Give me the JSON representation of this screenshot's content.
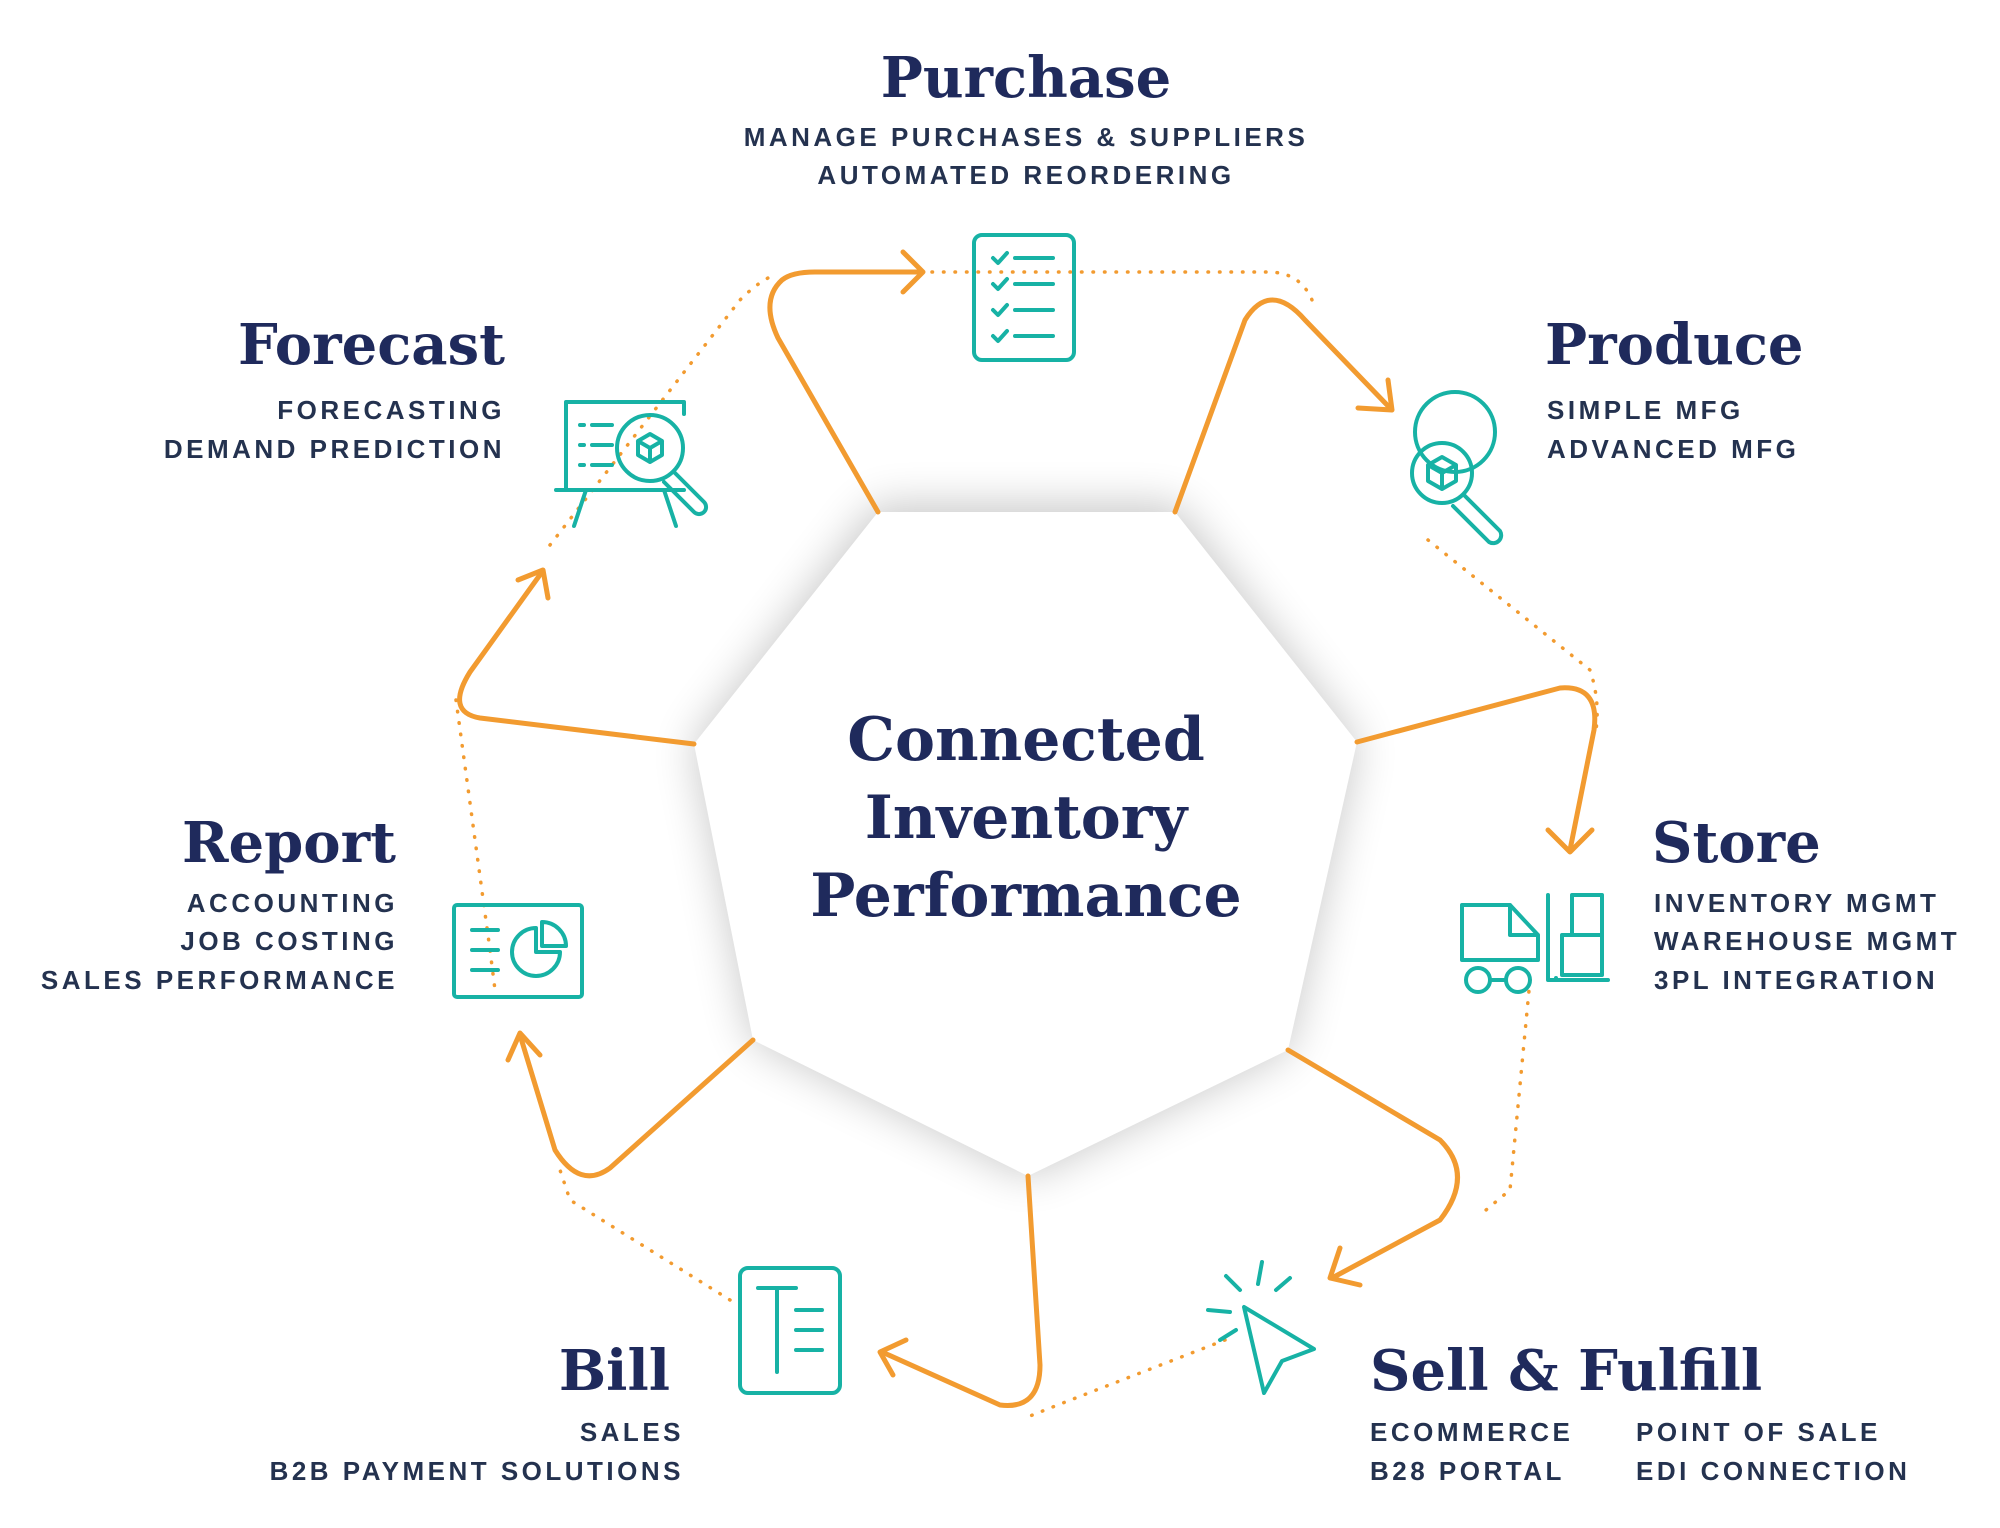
{
  "center": {
    "lines": [
      "Connected",
      "Inventory",
      "Performance"
    ]
  },
  "stages": {
    "purchase": {
      "title": "Purchase",
      "items": [
        "MANAGE PURCHASES & SUPPLIERS",
        "AUTOMATED REORDERING"
      ],
      "icon": "checklist-icon"
    },
    "produce": {
      "title": "Produce",
      "items": [
        "SIMPLE MFG",
        "ADVANCED MFG"
      ],
      "icon": "magnify-box-icon"
    },
    "store": {
      "title": "Store",
      "items": [
        "INVENTORY MGMT",
        "WAREHOUSE MGMT",
        "3PL INTEGRATION"
      ],
      "icon": "forklift-icon"
    },
    "sell": {
      "title": "Sell & Fulfill",
      "items_left": [
        "ECOMMERCE",
        "B28 PORTAL"
      ],
      "items_right": [
        "POINT OF SALE",
        "EDI CONNECTION"
      ],
      "icon": "cursor-click-icon"
    },
    "bill": {
      "title": "Bill",
      "items": [
        "SALES",
        "B2B PAYMENT SOLUTIONS"
      ],
      "icon": "invoice-icon"
    },
    "report": {
      "title": "Report",
      "items": [
        "ACCOUNTING",
        "JOB COSTING",
        "SALES PERFORMANCE"
      ],
      "icon": "chart-card-icon"
    },
    "forecast": {
      "title": "Forecast",
      "items": [
        "FORECASTING",
        "DEMAND PREDICTION"
      ],
      "icon": "monitor-search-icon"
    }
  },
  "colors": {
    "navy": "#1f2a5c",
    "orange": "#f29b30",
    "teal": "#17b2a5"
  }
}
